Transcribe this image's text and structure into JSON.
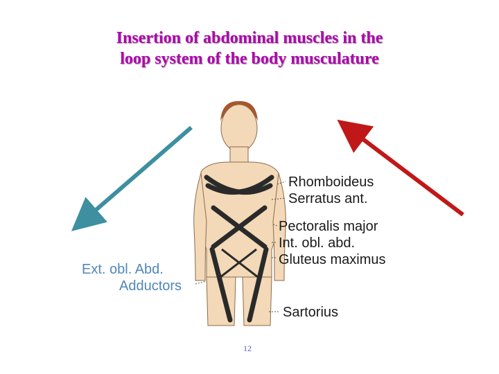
{
  "title": {
    "line1": "Insertion of abdominal muscles in the",
    "line2": "loop system of the body musculature"
  },
  "labels": {
    "rhomboideus": "Rhomboideus",
    "serratus": "Serratus ant.",
    "pectoralis": "Pectoralis major",
    "int_obl": "Int. obl. abd.",
    "gluteus": "Gluteus maximus",
    "ext_obl": "Ext. obl. Abd.",
    "adductors": "Adductors",
    "sartorius": "Sartorius"
  },
  "page_number": "12",
  "colors": {
    "title": "#b000b0",
    "arrow_left": "#3e8fa0",
    "arrow_right": "#c01818",
    "left_labels": "#4f86b8",
    "skin": "#f3d9b8",
    "bands": "#2a2a2a"
  }
}
